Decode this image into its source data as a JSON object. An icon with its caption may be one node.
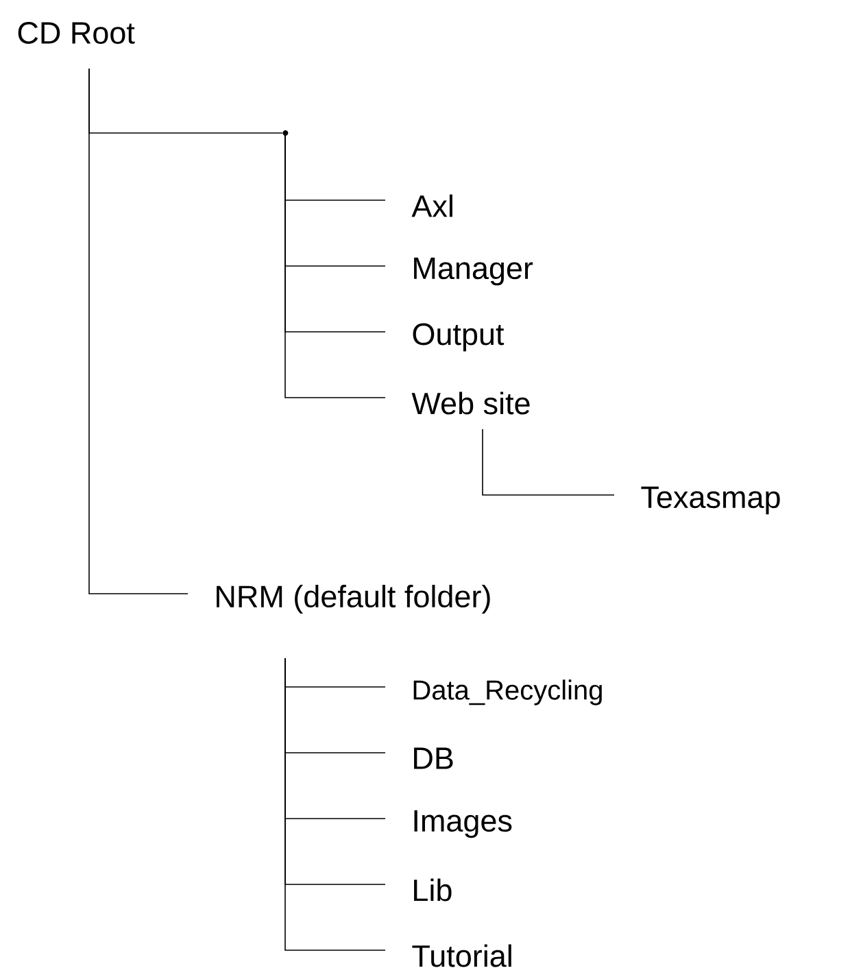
{
  "diagram": {
    "nodes": [
      {
        "text": [
          "CD Root"
        ]
      },
      {
        "text": [],
        "shape": "point"
      },
      {
        "text": [
          "Axl"
        ]
      },
      {
        "text": [
          "Manager"
        ]
      },
      {
        "text": [
          "Output"
        ]
      },
      {
        "text": [
          "Web site"
        ]
      },
      {
        "text": [
          "Texasmap"
        ]
      },
      {
        "text": [
          "NRM (default folder)"
        ]
      },
      {
        "text": [
          "Data_Recycling"
        ]
      },
      {
        "text": [
          "DB"
        ]
      },
      {
        "text": [
          "Images"
        ]
      },
      {
        "text": [
          "Lib"
        ]
      },
      {
        "text": [
          "Tutorial"
        ]
      }
    ],
    "edges": [
      {
        "from": 0,
        "to": 1,
        "arrow": "none"
      },
      {
        "from": 1,
        "to": 2,
        "arrow": "none"
      },
      {
        "from": 1,
        "to": 3,
        "arrow": "none"
      },
      {
        "from": 1,
        "to": 4,
        "arrow": "none"
      },
      {
        "from": 1,
        "to": 5,
        "arrow": "none"
      },
      {
        "from": 5,
        "to": 6,
        "arrow": "none"
      },
      {
        "from": 0,
        "to": 7,
        "arrow": "none"
      },
      {
        "from": 7,
        "to": 8,
        "arrow": "none"
      },
      {
        "from": 7,
        "to": 9,
        "arrow": "none"
      },
      {
        "from": 7,
        "to": 10,
        "arrow": "none"
      },
      {
        "from": 7,
        "to": 11,
        "arrow": "none"
      },
      {
        "from": 7,
        "to": 12,
        "arrow": "none"
      }
    ]
  }
}
